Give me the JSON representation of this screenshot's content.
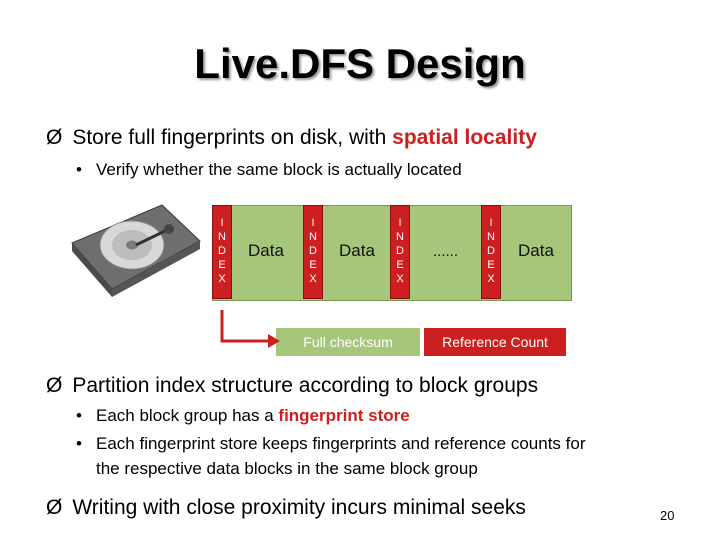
{
  "slide": {
    "title": "Live.DFS Design",
    "page_number": "20"
  },
  "bullets": {
    "b1_prefix": "Store full fingerprints on disk, with ",
    "b1_highlight": "spatial locality",
    "b1_sub1": "Verify whether the same block is actually located",
    "b2": "Partition index structure according to block groups",
    "b2_sub1_prefix": "Each block group has a ",
    "b2_sub1_highlight": "fingerprint store",
    "b2_sub2_line1": "Each fingerprint store keeps fingerprints and reference counts for",
    "b2_sub2_line2": "the respective data blocks in the same block group",
    "b3": "Writing with close proximity incurs minimal seeks"
  },
  "diagram": {
    "index_letters": "I\nN\nD\nE\nX",
    "data_label": "Data",
    "ellipsis": "......",
    "full_checksum": "Full checksum",
    "reference_count": "Reference Count"
  },
  "colors": {
    "index_red": "#cc1f1f",
    "data_green": "#a6c77b",
    "highlight": "#cc1f1f"
  },
  "icons": {
    "bullet_arrow": "arrow-bullet-icon",
    "disk": "hard-disk-icon"
  }
}
